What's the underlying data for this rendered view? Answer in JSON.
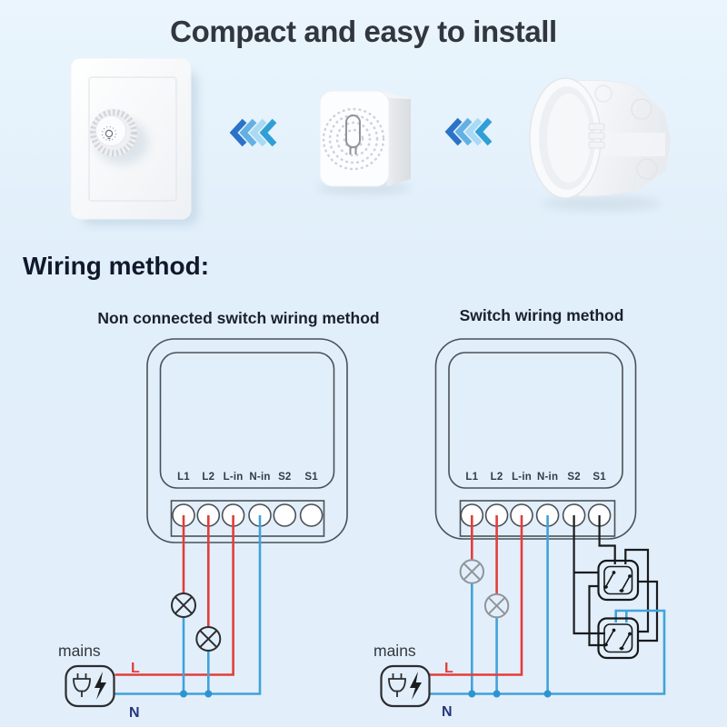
{
  "header": {
    "title": "Compact and easy to install"
  },
  "products": {
    "items": [
      "dimmer-switch",
      "smart-mini-switch",
      "wall-mounting-box"
    ],
    "arrow_direction": "left"
  },
  "wiring": {
    "heading": "Wiring method:",
    "left": {
      "title": "Non connected switch wiring method",
      "terminals": [
        "L1",
        "L2",
        "L-in",
        "N-in",
        "S2",
        "S1"
      ],
      "mains": "mains",
      "line": "L",
      "neutral": "N"
    },
    "right": {
      "title": "Switch wiring method",
      "terminals": [
        "L1",
        "L2",
        "L-in",
        "N-in",
        "S2",
        "S1"
      ],
      "mains": "mains",
      "line": "L",
      "neutral": "N"
    }
  },
  "colors": {
    "background": "#e2effb",
    "title_text": "#32363e",
    "heading_text": "#12182b",
    "wire_live_red": "#e33d3b",
    "wire_neutral_blue": "#41a2da",
    "wire_switch_black": "#1a1b1d",
    "neutral_label_navy": "#26357d",
    "device_outline": "#4a5058",
    "chevron_blues": [
      "#2b73c8",
      "#62b0e4",
      "#a8d9f5",
      "#2f9fd6"
    ]
  }
}
